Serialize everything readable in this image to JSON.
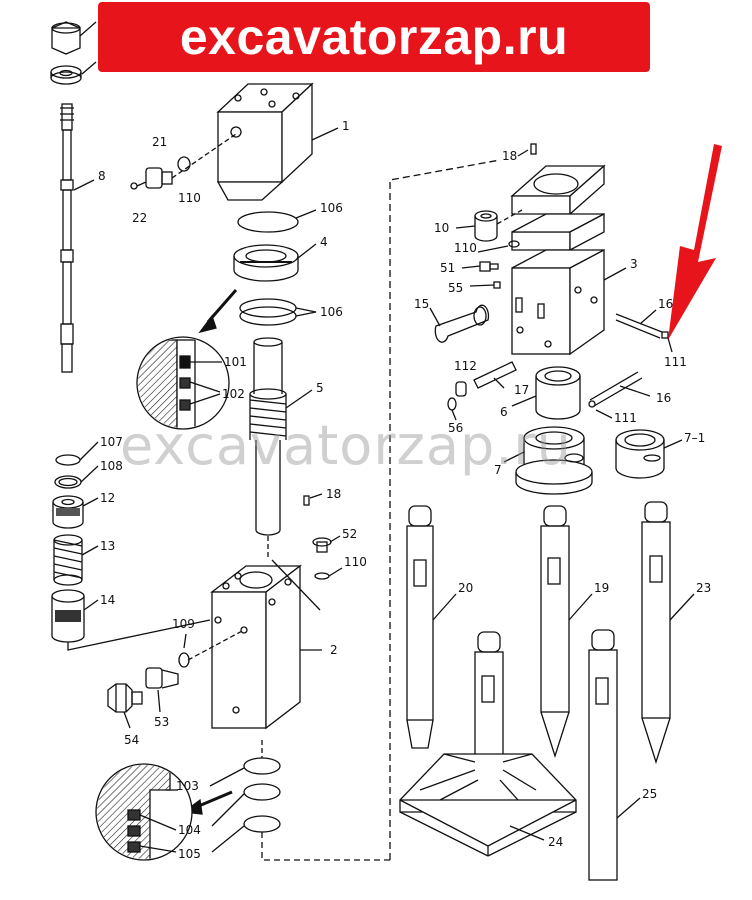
{
  "banner": {
    "text": "excavatorzap.ru",
    "color": "#e8141c",
    "text_color": "#ffffff"
  },
  "watermark": {
    "text": "excavatorzap.ru"
  },
  "callouts": [
    {
      "id": "c-1",
      "text": "1"
    },
    {
      "id": "c-21",
      "text": "21"
    },
    {
      "id": "c-22",
      "text": "22"
    },
    {
      "id": "c-110a",
      "text": "110"
    },
    {
      "id": "c-8",
      "text": "8"
    },
    {
      "id": "c-106a",
      "text": "106"
    },
    {
      "id": "c-4",
      "text": "4"
    },
    {
      "id": "c-106b",
      "text": "106"
    },
    {
      "id": "c-101",
      "text": "101"
    },
    {
      "id": "c-102",
      "text": "102"
    },
    {
      "id": "c-5",
      "text": "5"
    },
    {
      "id": "c-107",
      "text": "107"
    },
    {
      "id": "c-108",
      "text": "108"
    },
    {
      "id": "c-12",
      "text": "12"
    },
    {
      "id": "c-13",
      "text": "13"
    },
    {
      "id": "c-14",
      "text": "14"
    },
    {
      "id": "c-18a",
      "text": "18"
    },
    {
      "id": "c-52",
      "text": "52"
    },
    {
      "id": "c-110b",
      "text": "110"
    },
    {
      "id": "c-109",
      "text": "109"
    },
    {
      "id": "c-2",
      "text": "2"
    },
    {
      "id": "c-53",
      "text": "53"
    },
    {
      "id": "c-54",
      "text": "54"
    },
    {
      "id": "c-103",
      "text": "103"
    },
    {
      "id": "c-104",
      "text": "104"
    },
    {
      "id": "c-105",
      "text": "105"
    },
    {
      "id": "c-18b",
      "text": "18"
    },
    {
      "id": "c-10",
      "text": "10"
    },
    {
      "id": "c-110c",
      "text": "110"
    },
    {
      "id": "c-51",
      "text": "51"
    },
    {
      "id": "c-55",
      "text": "55"
    },
    {
      "id": "c-3",
      "text": "3"
    },
    {
      "id": "c-15",
      "text": "15"
    },
    {
      "id": "c-16a",
      "text": "16"
    },
    {
      "id": "c-111a",
      "text": "111"
    },
    {
      "id": "c-112",
      "text": "112"
    },
    {
      "id": "c-17",
      "text": "17"
    },
    {
      "id": "c-16b",
      "text": "16"
    },
    {
      "id": "c-6",
      "text": "6"
    },
    {
      "id": "c-56",
      "text": "56"
    },
    {
      "id": "c-111b",
      "text": "111"
    },
    {
      "id": "c-7",
      "text": "7"
    },
    {
      "id": "c-7-1",
      "text": "7–1"
    },
    {
      "id": "c-20",
      "text": "20"
    },
    {
      "id": "c-19",
      "text": "19"
    },
    {
      "id": "c-23",
      "text": "23"
    },
    {
      "id": "c-24",
      "text": "24"
    },
    {
      "id": "c-25",
      "text": "25"
    }
  ],
  "colors": {
    "line": "#111111",
    "accent_arrow": "#e8141c"
  }
}
